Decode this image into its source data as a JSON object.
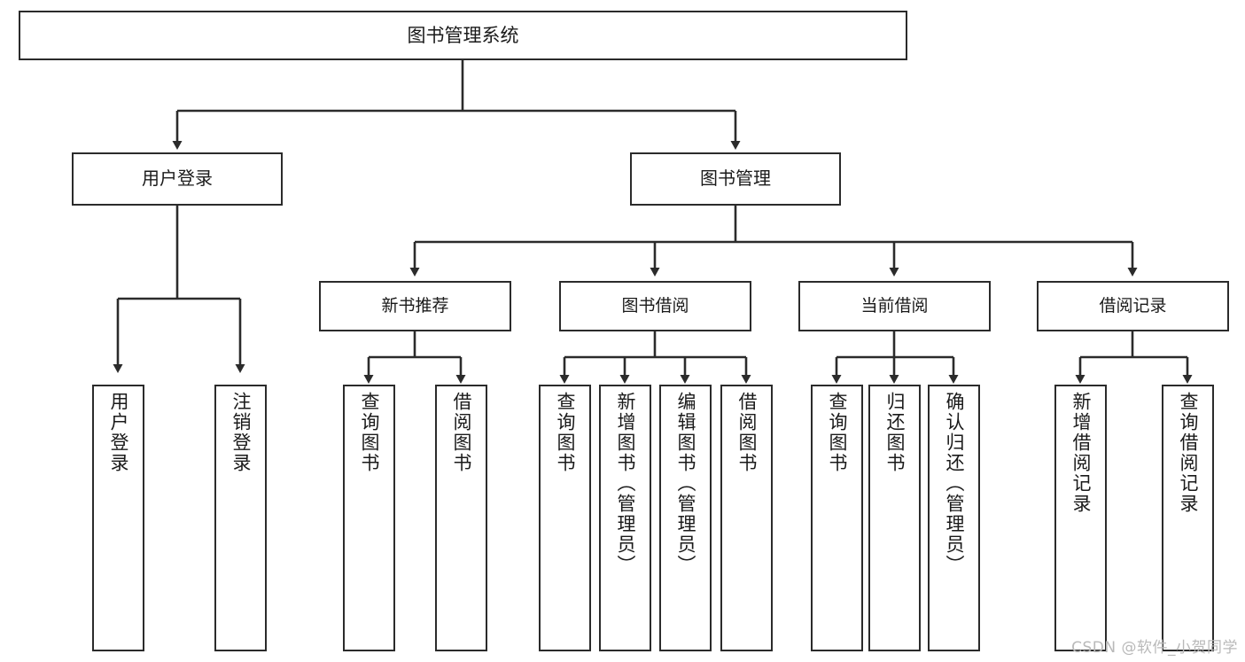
{
  "diagram": {
    "title": "图书管理系统",
    "type": "hierarchy-tree",
    "watermark": "CSDN @软件_小贺同学",
    "colors": {
      "stroke": "#2b2b2b",
      "fill": "#ffffff",
      "text": "#1a1a1a",
      "watermark": "#b9b9b9"
    },
    "root": {
      "label": "图书管理系统"
    },
    "level1": [
      {
        "id": "user-login",
        "label": "用户登录"
      },
      {
        "id": "book-manage",
        "label": "图书管理"
      }
    ],
    "level2": [
      {
        "id": "new-book-recommend",
        "label": "新书推荐",
        "parent": "book-manage"
      },
      {
        "id": "book-borrow",
        "label": "图书借阅",
        "parent": "book-manage"
      },
      {
        "id": "current-borrow",
        "label": "当前借阅",
        "parent": "book-manage"
      },
      {
        "id": "borrow-record",
        "label": "借阅记录",
        "parent": "book-manage"
      }
    ],
    "leaves": [
      {
        "id": "leaf-user-login",
        "label": "用户登录",
        "parent": "user-login"
      },
      {
        "id": "leaf-user-logout",
        "label": "注销登录",
        "parent": "user-login"
      },
      {
        "id": "leaf-query-book-1",
        "label": "查询图书",
        "parent": "new-book-recommend"
      },
      {
        "id": "leaf-borrow-book-1",
        "label": "借阅图书",
        "parent": "new-book-recommend"
      },
      {
        "id": "leaf-query-book-2",
        "label": "查询图书",
        "parent": "book-borrow"
      },
      {
        "id": "leaf-add-book",
        "label": "新增图书（管理员）",
        "parent": "book-borrow"
      },
      {
        "id": "leaf-edit-book",
        "label": "编辑图书（管理员）",
        "parent": "book-borrow"
      },
      {
        "id": "leaf-borrow-book-2",
        "label": "借阅图书",
        "parent": "book-borrow"
      },
      {
        "id": "leaf-query-book-3",
        "label": "查询图书",
        "parent": "current-borrow"
      },
      {
        "id": "leaf-return-book",
        "label": "归还图书",
        "parent": "current-borrow"
      },
      {
        "id": "leaf-confirm-return",
        "label": "确认归还（管理员）",
        "parent": "current-borrow"
      },
      {
        "id": "leaf-add-record",
        "label": "新增借阅记录",
        "parent": "borrow-record"
      },
      {
        "id": "leaf-query-record",
        "label": "查询借阅记录",
        "parent": "borrow-record"
      }
    ]
  }
}
